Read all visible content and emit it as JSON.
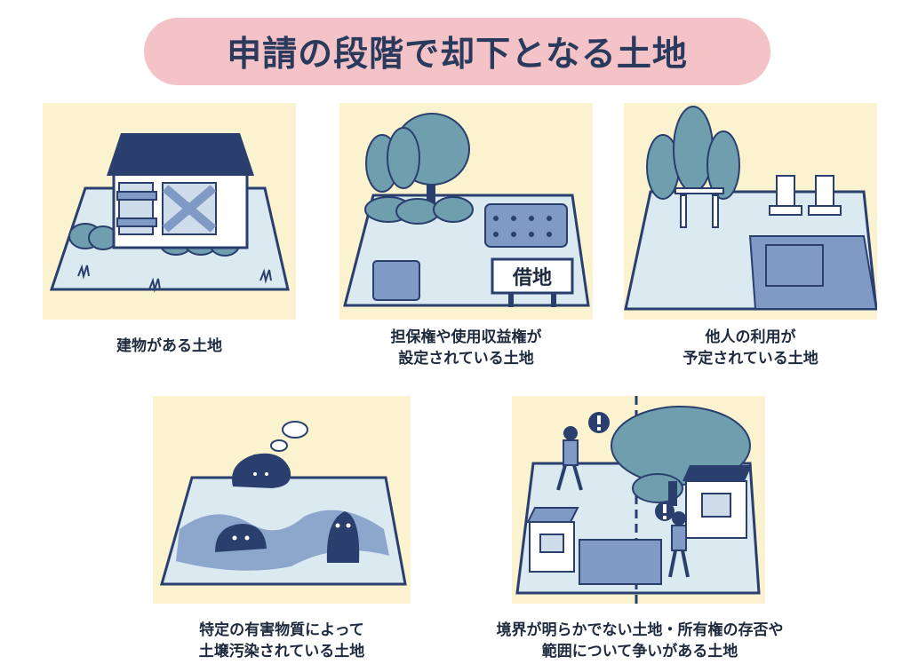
{
  "title": "申請の段階で却下となる土地",
  "panels": [
    {
      "id": "building",
      "caption_lines": [
        "建物がある土地"
      ]
    },
    {
      "id": "rights",
      "caption_lines": [
        "担保権や使用収益権が",
        "設定されている土地"
      ],
      "sign_text": "借地"
    },
    {
      "id": "others",
      "caption_lines": [
        "他人の利用が",
        "予定されている土地"
      ]
    },
    {
      "id": "pollution",
      "caption_lines": [
        "特定の有害物質によって",
        "土壌汚染されている土地"
      ]
    },
    {
      "id": "boundary",
      "caption_lines": [
        "境界が明らかでない土地・所有権の存否や",
        "範囲について争いがある土地"
      ]
    }
  ],
  "colors": {
    "panel_bg": "#fbf3cf",
    "title_pill": "#f3c3c8",
    "navy": "#2a3f6e",
    "tree": "#6f9eaf",
    "ground": "#dbe9f1",
    "mid_blue": "#7f9ac4"
  }
}
